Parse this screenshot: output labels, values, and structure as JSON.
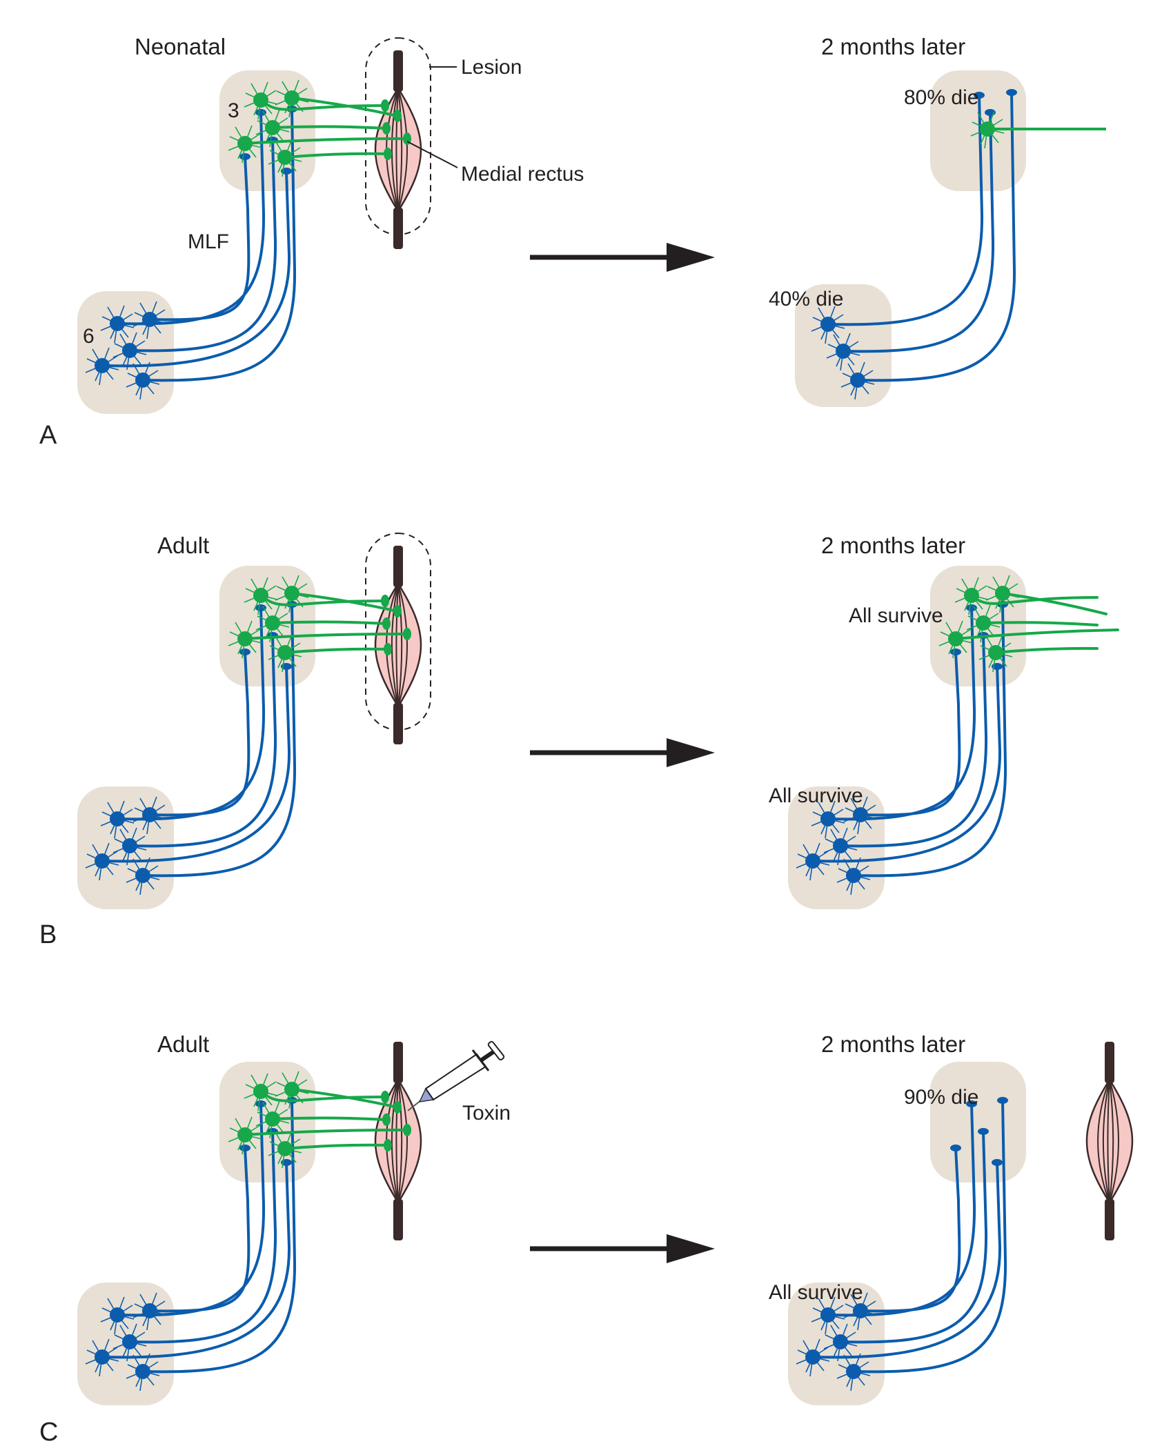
{
  "figure": {
    "colors": {
      "nucleus_fill": "#e8e0d4",
      "motoneuron": "#16a84a",
      "interneuron": "#0b5cad",
      "muscle_fill": "#f6c9c6",
      "muscle_stroke": "#3a2a2a",
      "text": "#231f20",
      "syringe_tip": "#9aa2d8"
    },
    "panels": [
      {
        "letter": "A",
        "before": {
          "title": "Neonatal",
          "nucleus3_label": "3",
          "nucleus6_label": "6",
          "pathway_label": "MLF",
          "lesion_label": "Lesion",
          "muscle_label": "Medial rectus",
          "intervention": "lesion"
        },
        "after": {
          "title": "2 months later",
          "nucleus3_status": "80% die",
          "nucleus6_status": "40% die",
          "surviving_motoneurons": 1,
          "surviving_interneurons": 3,
          "muscle_shown": false
        }
      },
      {
        "letter": "B",
        "before": {
          "title": "Adult",
          "intervention": "lesion"
        },
        "after": {
          "title": "2 months later",
          "nucleus3_status": "All survive",
          "nucleus6_status": "All survive",
          "surviving_motoneurons": 5,
          "surviving_interneurons": 5,
          "muscle_shown": false
        }
      },
      {
        "letter": "C",
        "before": {
          "title": "Adult",
          "toxin_label": "Toxin",
          "intervention": "toxin"
        },
        "after": {
          "title": "2 months later",
          "nucleus3_status": "90% die",
          "nucleus6_status": "All survive",
          "surviving_motoneurons": 0,
          "surviving_interneurons": 5,
          "muscle_shown": true
        }
      }
    ]
  }
}
